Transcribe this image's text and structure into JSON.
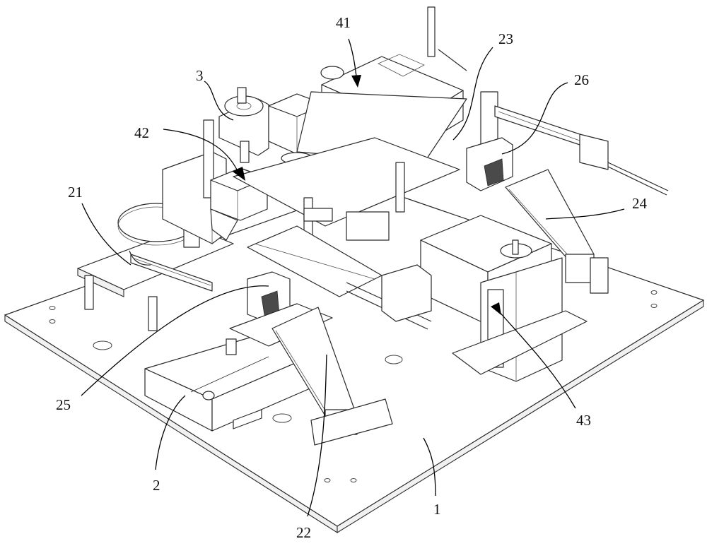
{
  "figure": {
    "type": "patent-style isometric line drawing",
    "subject": "automated assembly/inspection workstation on a base plate",
    "callouts": [
      {
        "id": "c41",
        "label": "41",
        "style": "arrow"
      },
      {
        "id": "c23",
        "label": "23",
        "style": "leader"
      },
      {
        "id": "c3",
        "label": "3",
        "style": "leader"
      },
      {
        "id": "c26",
        "label": "26",
        "style": "leader"
      },
      {
        "id": "c42",
        "label": "42",
        "style": "arrow"
      },
      {
        "id": "c21",
        "label": "21",
        "style": "leader"
      },
      {
        "id": "c24",
        "label": "24",
        "style": "leader"
      },
      {
        "id": "c25",
        "label": "25",
        "style": "leader"
      },
      {
        "id": "c43",
        "label": "43",
        "style": "arrow"
      },
      {
        "id": "c2",
        "label": "2",
        "style": "leader"
      },
      {
        "id": "c1",
        "label": "1",
        "style": "leader"
      },
      {
        "id": "c22",
        "label": "22",
        "style": "leader"
      }
    ]
  }
}
